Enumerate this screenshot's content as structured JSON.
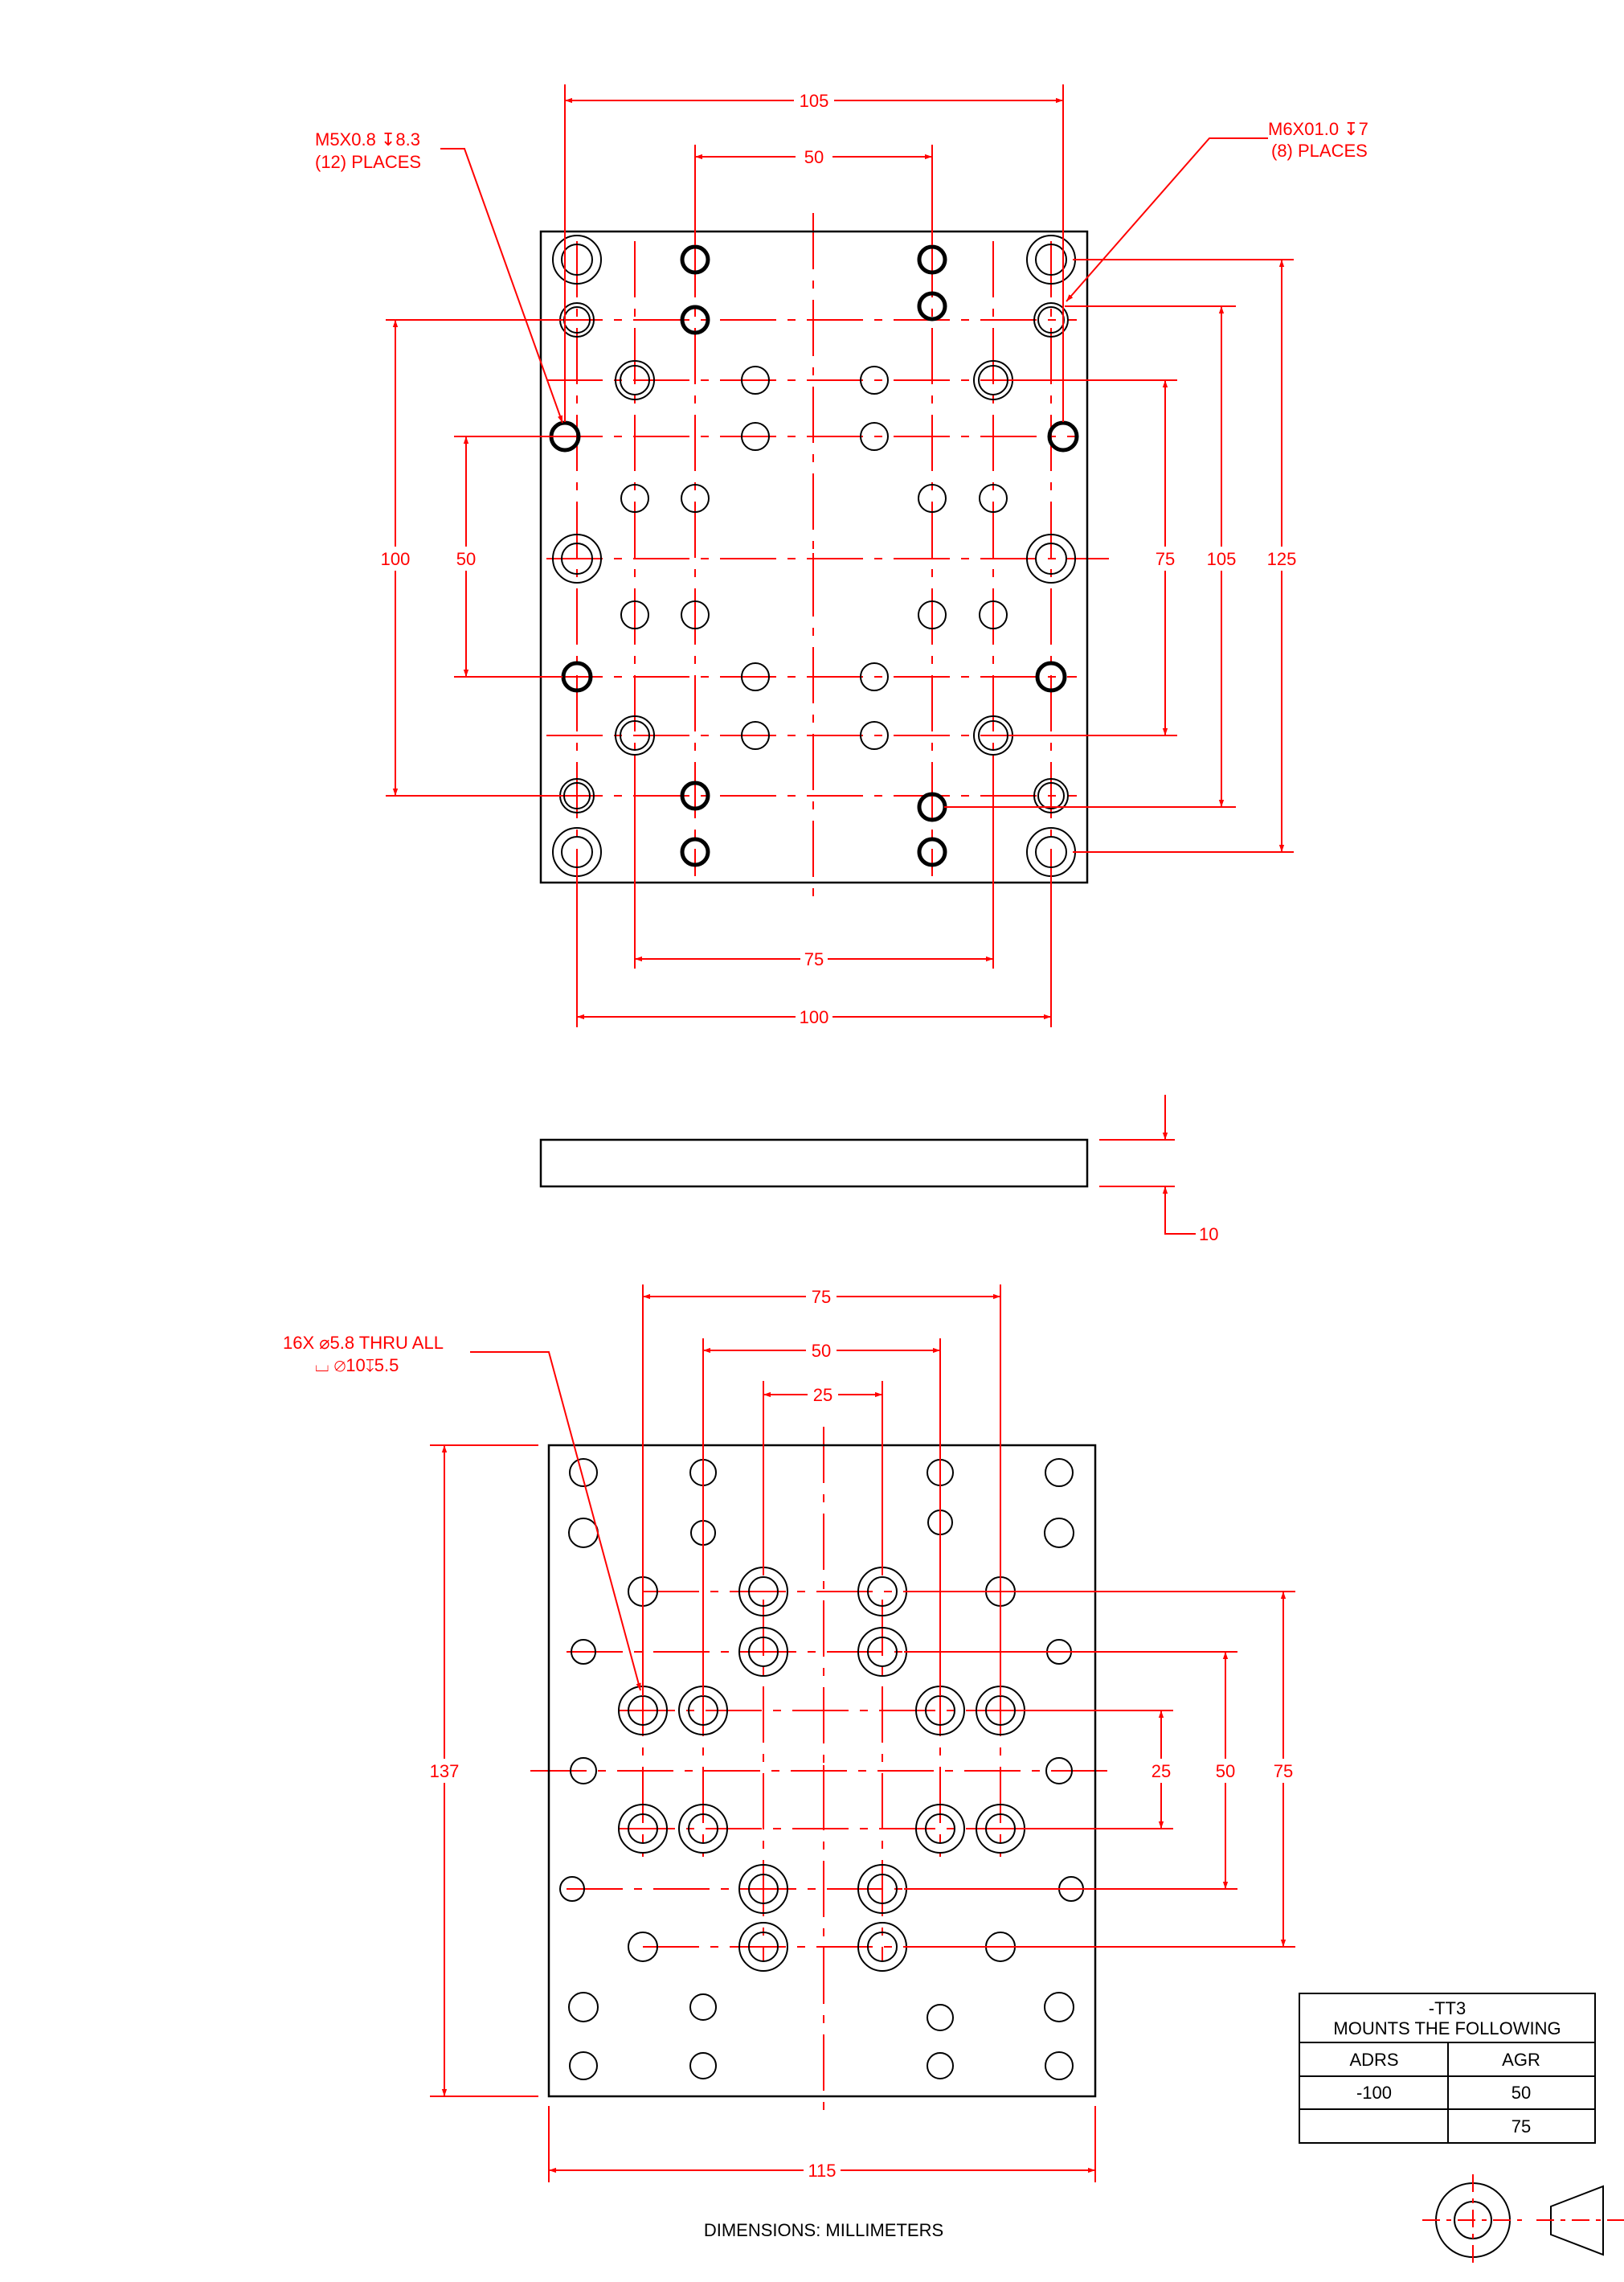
{
  "colors": {
    "dimension": "#ff0000",
    "outline": "#000000"
  },
  "top_view": {
    "callout_left": {
      "line1": "M5X0.8 ↧8.3",
      "line2": "(12) PLACES"
    },
    "callout_right": {
      "line1": "M6X01.0 ↧7",
      "line2": "(8) PLACES"
    },
    "dims": {
      "top_105": "105",
      "top_50": "50",
      "left_100": "100",
      "left_50": "50",
      "right_75": "75",
      "right_105": "105",
      "right_125": "125",
      "bottom_75": "75",
      "bottom_100": "100"
    }
  },
  "side_view": {
    "thickness": "10"
  },
  "bottom_view": {
    "callout": {
      "line1": "16X ⌀5.8 THRU ALL",
      "line2": "⌴ ⌀10↧5.5"
    },
    "dims": {
      "top_75": "75",
      "top_50": "50",
      "top_25": "25",
      "left_137": "137",
      "right_25": "25",
      "right_50": "50",
      "right_75": "75",
      "bottom_115": "115"
    }
  },
  "mount_table": {
    "title_line1": "-TT3",
    "title_line2": "MOUNTS THE FOLLOWING",
    "headers": [
      "ADRS",
      "AGR"
    ],
    "rows": [
      [
        "-100",
        "50"
      ],
      [
        "",
        "75"
      ]
    ]
  },
  "footer": {
    "units": "DIMENSIONS:  MILLIMETERS"
  },
  "icons": [
    "third-angle-projection-icon"
  ]
}
